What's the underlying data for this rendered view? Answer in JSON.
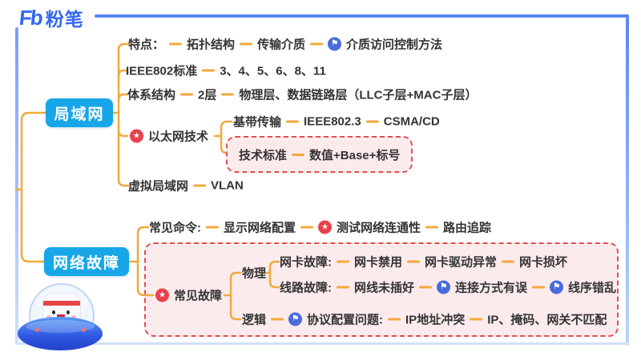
{
  "brand": {
    "logo_mark": "Fb",
    "logo_name": "粉笔"
  },
  "icons": {
    "star": "★",
    "flag": "⚑"
  },
  "colors": {
    "node_blue": "#17A7E9",
    "branch_orange": "#F2A93B",
    "highlight_border_red": "#E05050",
    "highlight_pink_bg": "#FCEBEC",
    "marker_star_red": "#E8414D",
    "marker_flag_blue": "#4A6BDD",
    "frame_blue": "#5D86F2",
    "logo_blue": "#3467F2",
    "text_dark": "#333333"
  },
  "lan": {
    "title": "局域网",
    "row_features": [
      "特点：",
      "拓扑结构",
      "传输介质",
      "介质访问控制方法"
    ],
    "row_ieee": [
      "IEEE802标准",
      "3、4、5、6、8、11"
    ],
    "row_arch": [
      "体系结构",
      "2层",
      "物理层、数据链路层（LLC子层+MAC子层）"
    ],
    "ethernet_label": "以太网技术",
    "row_baseband": [
      "基带传输",
      "IEEE802.3",
      "CSMA/CD"
    ],
    "row_standard": [
      "技术标准",
      "数值+Base+标号"
    ],
    "row_vlan": [
      "虚拟局域网",
      "VLAN"
    ]
  },
  "fault": {
    "title": "网络故障",
    "row_commands": [
      "常见命令:",
      "显示网络配置",
      "测试网络连通性",
      "路由追踪"
    ],
    "common_label": "常见故障",
    "physical_label": "物理",
    "row_nic": [
      "网卡故障:",
      "网卡禁用",
      "网卡驱动异常",
      "网卡损坏"
    ],
    "row_line": [
      "线路故障:",
      "网线未插好",
      "连接方式有误",
      "线序错乱"
    ],
    "logical_label": "逻辑",
    "row_protocol": [
      "协议配置问题:",
      "IP地址冲突",
      "IP、掩码、网关不匹配"
    ]
  }
}
